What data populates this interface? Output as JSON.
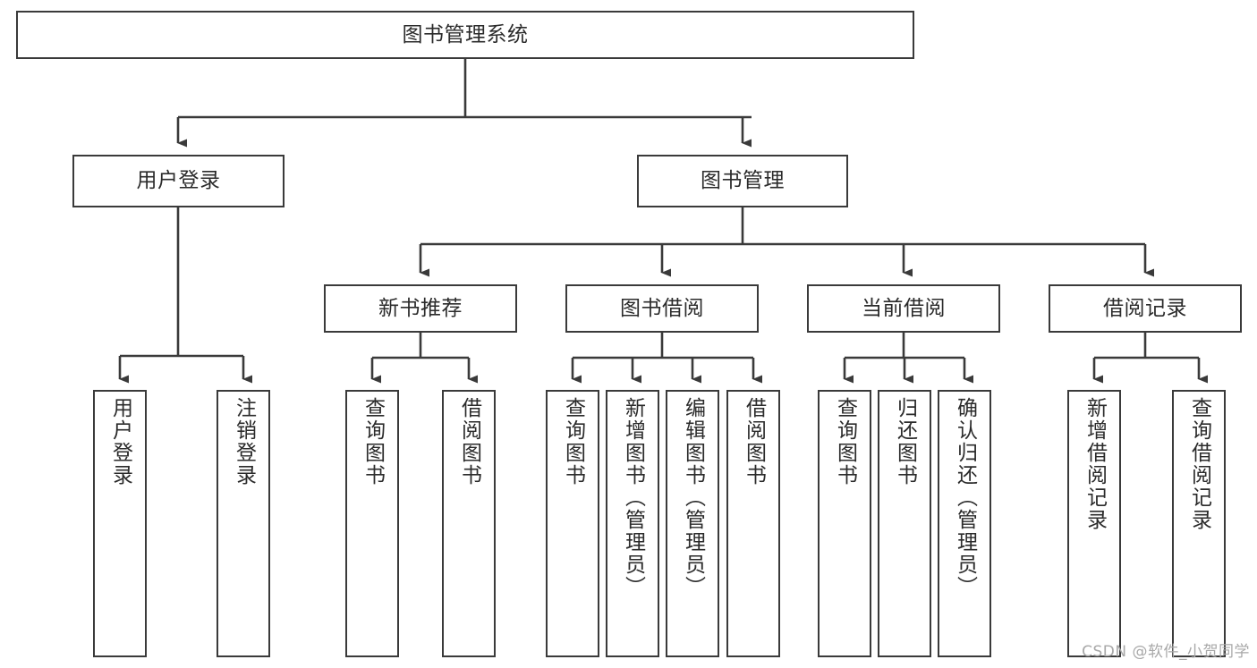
{
  "diagram": {
    "title": "图书管理系统",
    "type": "hierarchy-tree",
    "stroke_color": "#3a3a3a",
    "text_color": "#2b2b2b",
    "background": "#ffffff",
    "nodes": {
      "root": {
        "label": "图书管理系统",
        "level": 1,
        "orientation": "horizontal"
      },
      "l2": [
        {
          "id": "user-login",
          "label": "用户登录",
          "level": 2,
          "orientation": "horizontal"
        },
        {
          "id": "book-manage",
          "label": "图书管理",
          "level": 2,
          "orientation": "horizontal"
        }
      ],
      "l3": [
        {
          "id": "new-book-recommend",
          "label": "新书推荐",
          "level": 3,
          "orientation": "horizontal"
        },
        {
          "id": "book-borrow",
          "label": "图书借阅",
          "level": 3,
          "orientation": "horizontal"
        },
        {
          "id": "current-borrow",
          "label": "当前借阅",
          "level": 3,
          "orientation": "horizontal"
        },
        {
          "id": "borrow-record",
          "label": "借阅记录",
          "level": 3,
          "orientation": "horizontal"
        }
      ],
      "leaves": [
        {
          "id": "leaf-user-login",
          "label": "用户登录",
          "parent": "user-login",
          "orientation": "vertical"
        },
        {
          "id": "leaf-user-logout",
          "label": "注销登录",
          "parent": "user-login",
          "orientation": "vertical"
        },
        {
          "id": "leaf-query-book-1",
          "label": "查询图书",
          "parent": "new-book-recommend",
          "orientation": "vertical"
        },
        {
          "id": "leaf-borrow-book-1",
          "label": "借阅图书",
          "parent": "new-book-recommend",
          "orientation": "vertical"
        },
        {
          "id": "leaf-query-book-2",
          "label": "查询图书",
          "parent": "book-borrow",
          "orientation": "vertical"
        },
        {
          "id": "leaf-add-book",
          "label": "新增图书（管理员）",
          "parent": "book-borrow",
          "orientation": "vertical"
        },
        {
          "id": "leaf-edit-book",
          "label": "编辑图书（管理员）",
          "parent": "book-borrow",
          "orientation": "vertical"
        },
        {
          "id": "leaf-borrow-book-2",
          "label": "借阅图书",
          "parent": "book-borrow",
          "orientation": "vertical"
        },
        {
          "id": "leaf-query-book-3",
          "label": "查询图书",
          "parent": "current-borrow",
          "orientation": "vertical"
        },
        {
          "id": "leaf-return-book",
          "label": "归还图书",
          "parent": "current-borrow",
          "orientation": "vertical"
        },
        {
          "id": "leaf-confirm-return",
          "label": "确认归还（管理员）",
          "parent": "current-borrow",
          "orientation": "vertical"
        },
        {
          "id": "leaf-add-record",
          "label": "新增借阅记录",
          "parent": "borrow-record",
          "orientation": "vertical"
        },
        {
          "id": "leaf-query-record",
          "label": "查询借阅记录",
          "parent": "borrow-record",
          "orientation": "vertical"
        }
      ]
    },
    "watermark": "CSDN @软件_小贺同学"
  }
}
